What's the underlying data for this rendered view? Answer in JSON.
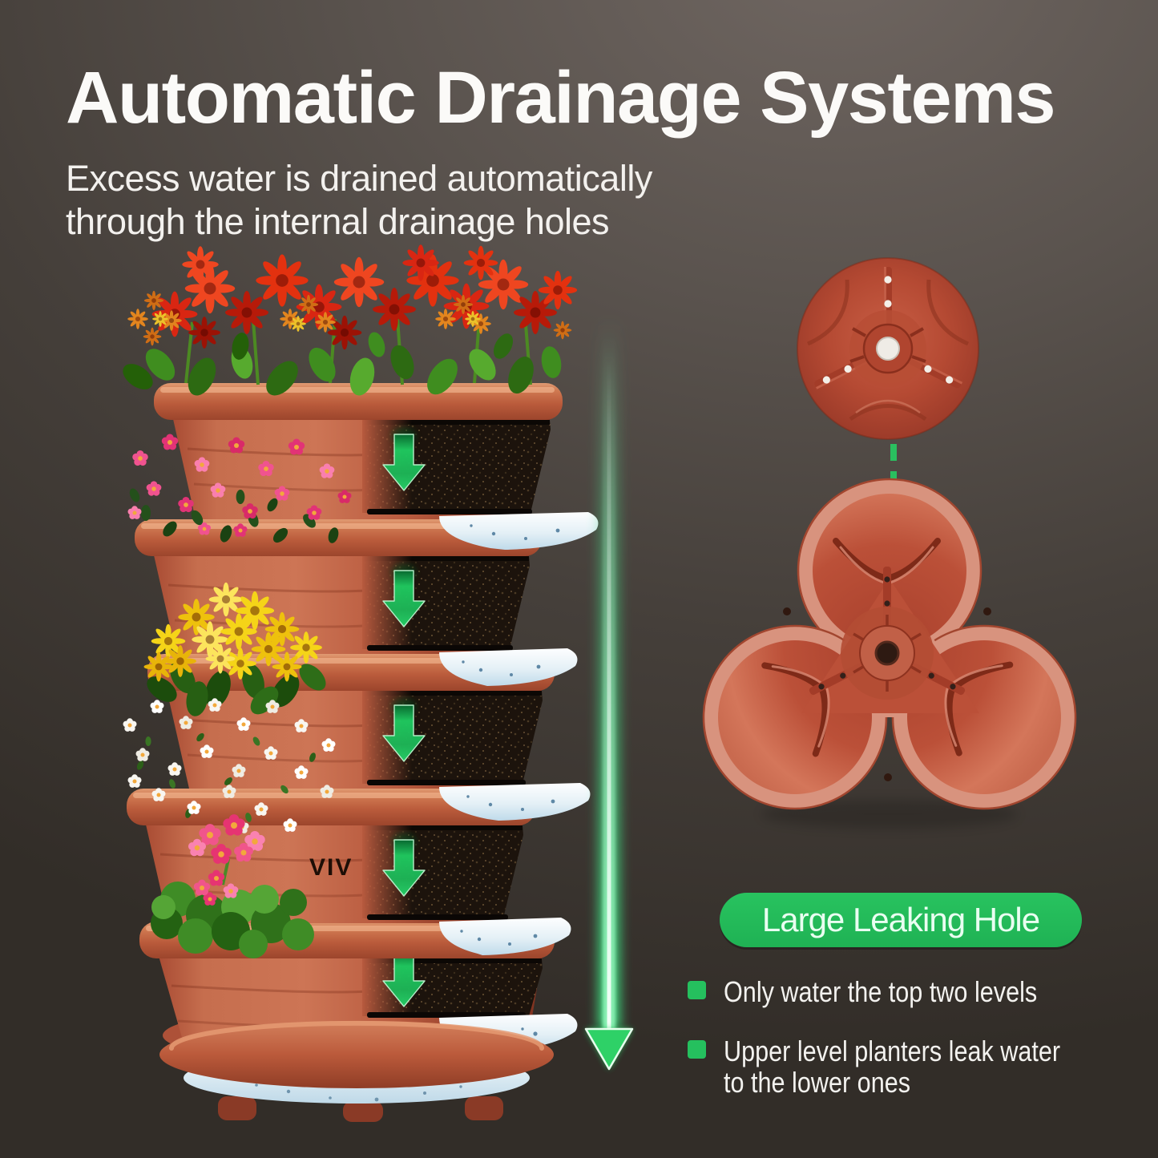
{
  "header": {
    "title": "Automatic Drainage Systems",
    "subtitle_lines": [
      "Excess water is drained automatically",
      "through the internal drainage holes"
    ]
  },
  "planter": {
    "brand_mark": "VIV"
  },
  "callout": {
    "badge_label": "Large Leaking Hole"
  },
  "bullets": [
    {
      "label": "Only water the top two levels"
    },
    {
      "label": "Upper level planters leak water to the lower ones"
    }
  ],
  "colors": {
    "accent-green": "#25c05e",
    "badge-green": "#22bd5a",
    "terracotta": "#c06345",
    "soil-brown": "#1c130c",
    "saucer-blue": "#cfe3ee",
    "title-white": "#fbfaf8"
  }
}
